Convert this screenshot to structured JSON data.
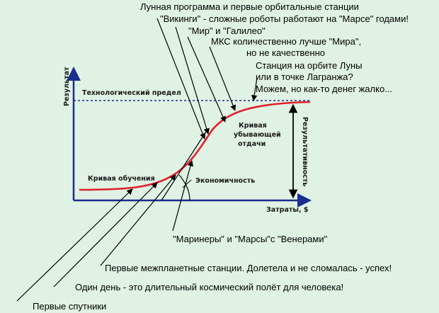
{
  "chart": {
    "y_axis_label": "Результат",
    "x_axis_label": "Затраты, $",
    "tech_limit_label": "Технологический предел",
    "learning_curve_label": "Кривая обучения",
    "diminishing_returns_label": [
      "Кривая",
      "убывающей",
      "отдачи"
    ],
    "economy_label": "Экономичность",
    "effectiveness_label": "Результативность"
  },
  "annotations": {
    "lunar": [
      "Лунная программа и первые орбитальные станции",
      "\"Викинги\" - сложные роботы работают на \"Марсе\" годами!"
    ],
    "mir": "\"Мир\" и \"Галилео\"",
    "iss": [
      "МКС количественно лучше \"Мира\",",
      "но не качественно"
    ],
    "moon_station": [
      "Станция на орбите Луны",
      "или в точке Лагранжа?",
      "Можем, но как-то денег жалко..."
    ],
    "mariners": "\"Маринеры\" и \"Марсы\"с \"Венерами\"",
    "interplanetary": "Первые межпланетные станции. Долетела и не сломалась - успех!",
    "one_day": "Один день - это длительный космический полёт для человека!",
    "satellites": "Первые спутники"
  },
  "colors": {
    "background": "#dff2e4",
    "axis": "#1b2d8f",
    "limit_line": "#1b2d8f",
    "curve": "#e0202a",
    "pointer": "#000000"
  }
}
